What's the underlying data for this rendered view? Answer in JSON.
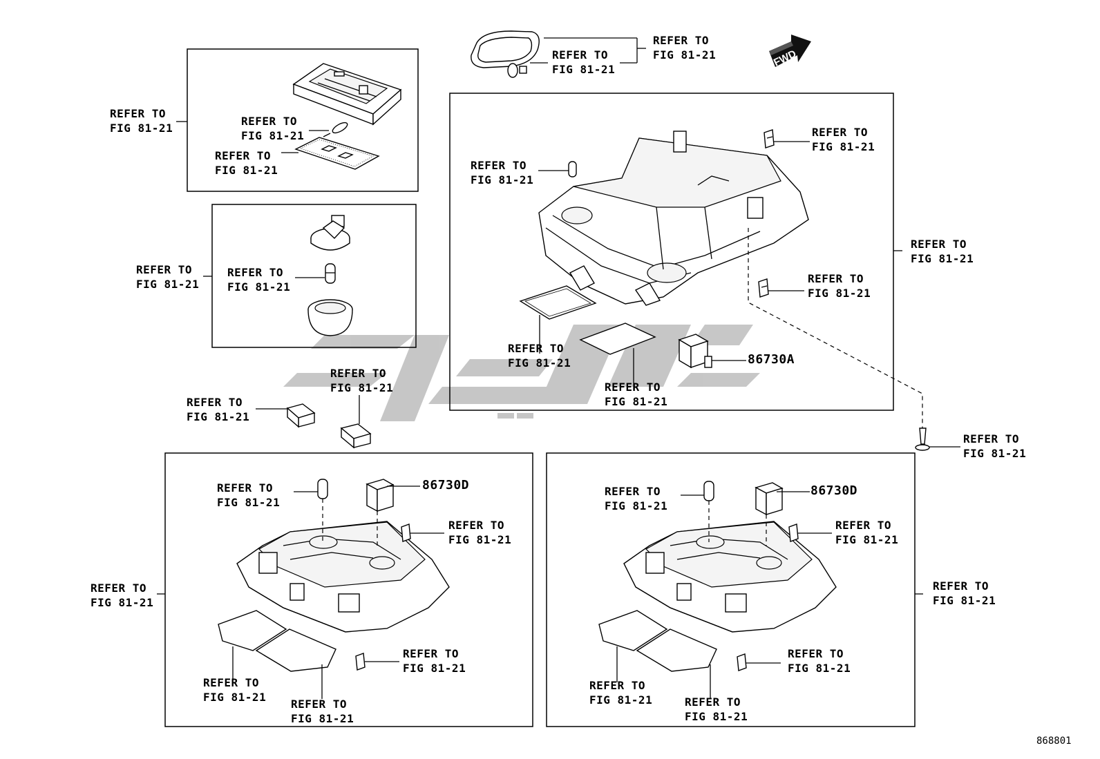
{
  "diagram": {
    "figure_number": "868801",
    "fwd_label": "FWD",
    "refer_line1": "REFER TO",
    "callouts": [
      {
        "id": "c01",
        "line1": "REFER TO",
        "line2": "FIG 81-21"
      },
      {
        "id": "c02",
        "line1": "REFER TO",
        "line2": "FIG 81-21"
      },
      {
        "id": "c03",
        "line1": "REFER TO",
        "line2": "FIG 81-21"
      },
      {
        "id": "c04",
        "line1": "REFER TO",
        "line2": "FIG 81-21"
      },
      {
        "id": "c05",
        "line1": "REFER TO",
        "line2": "FIG 81-21"
      },
      {
        "id": "c06",
        "line1": "REFER TO",
        "line2": "FIG 81-21"
      },
      {
        "id": "c07",
        "line1": "REFER TO",
        "line2": "FIG 81-21"
      },
      {
        "id": "c08",
        "line1": "REFER TO",
        "line2": "FIG 81-21"
      },
      {
        "id": "c09",
        "line1": "REFER TO",
        "line2": "FIG 81-21"
      },
      {
        "id": "c10",
        "line1": "REFER TO",
        "line2": "FIG 81-21"
      },
      {
        "id": "c11",
        "line1": "REFER TO",
        "line2": "FIG 81-21"
      },
      {
        "id": "c12",
        "line1": "REFER TO",
        "line2": "FIG 81-21"
      },
      {
        "id": "c13",
        "line1": "REFER TO",
        "line2": "FIG 81-21"
      },
      {
        "id": "c14",
        "line1": "REFER TO",
        "line2": "FIG 81-21"
      },
      {
        "id": "c15",
        "line1": "REFER TO",
        "line2": "FIG 81-21"
      },
      {
        "id": "c16",
        "line1": "REFER TO",
        "line2": "FIG 81-21"
      },
      {
        "id": "c17",
        "line1": "REFER TO",
        "line2": "FIG 81-21"
      },
      {
        "id": "c18",
        "line1": "REFER TO",
        "line2": "FIG 81-21"
      },
      {
        "id": "c19",
        "line1": "REFER TO",
        "line2": "FIG 81-21"
      },
      {
        "id": "c20",
        "line1": "REFER TO",
        "line2": "FIG 81-21"
      },
      {
        "id": "c21",
        "line1": "REFER TO",
        "line2": "FIG 81-21"
      },
      {
        "id": "c22",
        "line1": "REFER TO",
        "line2": "FIG 81-21"
      },
      {
        "id": "c23",
        "line1": "REFER TO",
        "line2": "FIG 81-21"
      },
      {
        "id": "c24",
        "line1": "REFER TO",
        "line2": "FIG 81-21"
      },
      {
        "id": "c25",
        "line1": "REFER TO",
        "line2": "FIG 81-21"
      },
      {
        "id": "c26",
        "line1": "REFER TO",
        "line2": "FIG 81-21"
      },
      {
        "id": "c27",
        "line1": "REFER TO",
        "line2": "FIG 81-21"
      },
      {
        "id": "c28",
        "line1": "REFER TO",
        "line2": "FIG 81-21"
      }
    ],
    "part_numbers": {
      "main_switch": "86730A",
      "left_switch": "86730D",
      "right_switch": "86730D"
    }
  }
}
